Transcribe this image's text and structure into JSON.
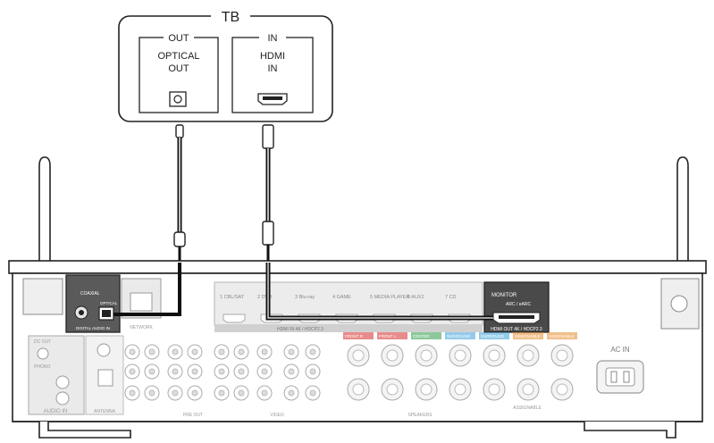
{
  "tv": {
    "title": "TB",
    "out_tab": "OUT",
    "out_label_line1": "OPTICAL",
    "out_label_line2": "OUT",
    "in_tab": "IN",
    "in_label_line1": "HDMI",
    "in_label_line2": "IN"
  },
  "receiver": {
    "optical_block": {
      "coaxial": "COAXIAL",
      "optical": "OPTICAL",
      "digital_audio_in": "DIGITAL AUDIO IN"
    },
    "hdmi_in_inputs": [
      "1 CBL/SAT",
      "2 DVD",
      "3 Blu-ray",
      "4 GAME",
      "5 MEDIA PLAYER",
      "6 AUX2",
      "7 CD"
    ],
    "hdmi_in_label": "HDMI IN 4K / HDCP2.3",
    "monitor_label": "MONITOR",
    "monitor_sub": "ARC / eARC",
    "hdmi_out_label": "HDMI OUT 4K / HDCP2.3",
    "ac_in": "AC IN",
    "speakers": "SPEAKERS",
    "assignable": "ASSIGNABLE",
    "antenna": "ANTENNA",
    "audio_in": "AUDIO IN",
    "pre_out": "PRE OUT",
    "video": "VIDEO",
    "network": "NETWORK",
    "dc_out": "DC OUT",
    "phono": "PHONO",
    "speaker_terminals": [
      "FRONT R",
      "FRONT L",
      "CENTER",
      "SURROUND",
      "SURROUND",
      "ASSIGNABLE",
      "ASSIGNABLE"
    ],
    "colors": {
      "front": "#d62b2b",
      "center": "#2e9b4a",
      "surround": "#3aa0d8",
      "assignable": "#e58a2a",
      "cable": "#1a1a1a",
      "panel_dark": "#4a4a4a",
      "panel_light": "#d9d9d9"
    }
  },
  "icons": {
    "tv_optical_port": "optical-port-icon",
    "tv_hdmi_port": "hdmi-port-icon",
    "antenna": "wireless-antenna-icon",
    "power_inlet": "ac-inlet-icon"
  }
}
